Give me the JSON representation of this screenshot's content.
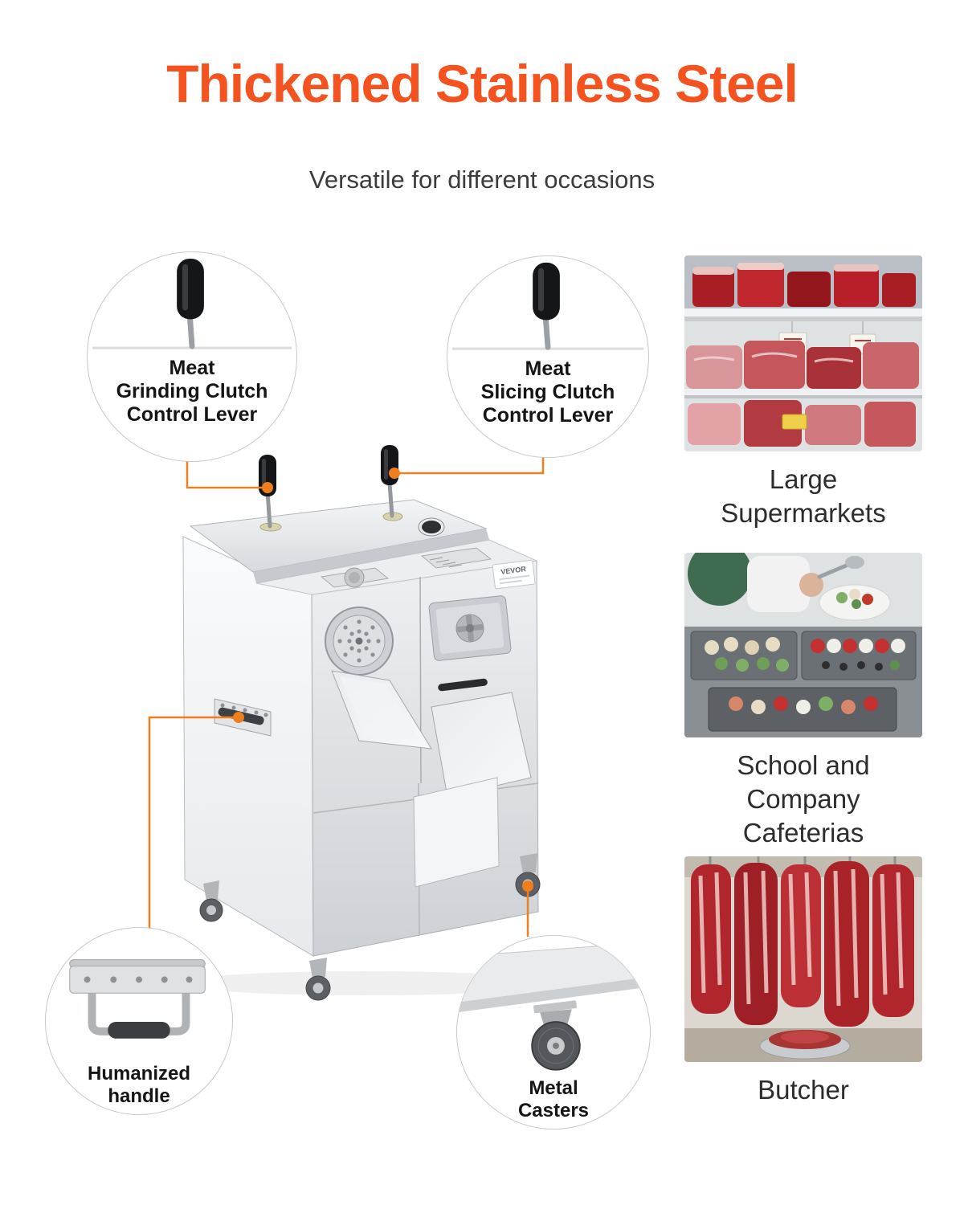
{
  "colors": {
    "title": "#f4521e",
    "connector": "#ef7e1f"
  },
  "header": {
    "title": "Thickened Stainless Steel",
    "subtitle": "Versatile for different occasions"
  },
  "machine": {
    "brand_label": "VEVOR"
  },
  "callouts": {
    "grinding_lever": {
      "label": "Meat\nGrinding Clutch\nControl Lever"
    },
    "slicing_lever": {
      "label": "Meat\nSlicing Clutch\nControl Lever"
    },
    "handle": {
      "label": "Humanized\nhandle"
    },
    "casters": {
      "label": "Metal\nCasters"
    }
  },
  "occasions": [
    {
      "name": "supermarket",
      "caption": "Large\nSupermarkets"
    },
    {
      "name": "cafeteria",
      "caption": "School and\nCompany\nCafeterias"
    },
    {
      "name": "butcher",
      "caption": "Butcher"
    }
  ]
}
